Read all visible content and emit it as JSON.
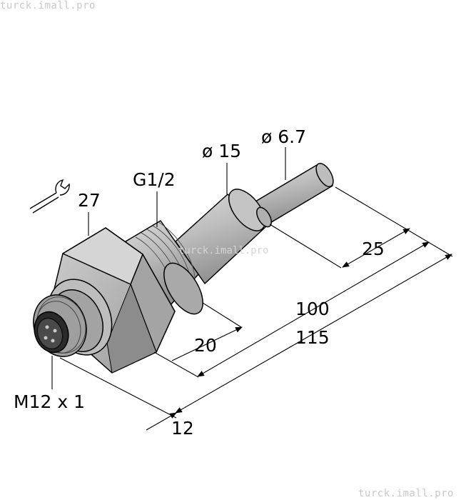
{
  "watermark": {
    "top_left": "turck.imall.pro",
    "center": "turck.imall.pro",
    "bottom_right": "turck.imall.pro"
  },
  "dimensions": {
    "wrench_size": "27",
    "thread": "G1/2",
    "body_diameter": "ø 15",
    "probe_diameter": "ø 6.7",
    "probe_tip_length": "25",
    "length_inner": "100",
    "length_total": "115",
    "thread_length": "20",
    "connector": "M12 x 1",
    "connector_length": "12"
  },
  "colors": {
    "body": "#b8b8b8",
    "body_light": "#d6d6d6",
    "body_dark": "#8e8e8e",
    "connector_face": "#2a2a2a",
    "line": "#000000"
  }
}
